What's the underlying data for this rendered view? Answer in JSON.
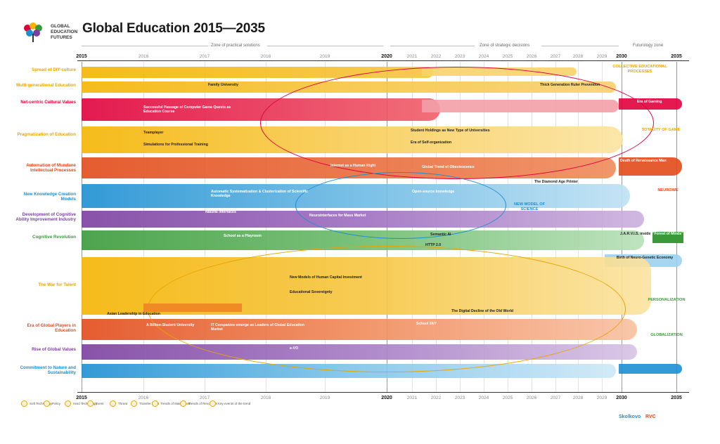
{
  "header": {
    "logo_lines": [
      "GLOBAL",
      "EDUCATION",
      "FUTURES"
    ],
    "title": "Global Education 2015—2035"
  },
  "zones": {
    "practical": "Zone of practical solutions",
    "strategic": "Zone of strategic decisions",
    "futurology": "Futurology zone"
  },
  "years": [
    "2015",
    "2016",
    "2017",
    "2018",
    "2019",
    "2020",
    "2021",
    "2022",
    "2023",
    "2024",
    "2025",
    "2026",
    "2027",
    "2028",
    "2029",
    "2030",
    "2035"
  ],
  "rows": [
    {
      "label": "Spread of DIY-culture",
      "color": "#e8a400"
    },
    {
      "label": "Multi-generational Education",
      "color": "#e8a400"
    },
    {
      "label": "Net-centric Cultural Values",
      "color": "#e0003c"
    },
    {
      "label": "Pragmatization of Education",
      "color": "#e8a400"
    },
    {
      "label": "Automation of Mundane Intellectual Processes",
      "color": "#e24a1a"
    },
    {
      "label": "New Knowledge Creation Models",
      "color": "#1c8fd1"
    },
    {
      "label": "Development of Cognitive Ability Improvement Industry",
      "color": "#7b3fa0"
    },
    {
      "label": "Cognitive Revolution",
      "color": "#3a9a3a"
    },
    {
      "label": "The War for Talent",
      "color": "#e8a400"
    },
    {
      "label": "Era of Global Players in Education",
      "color": "#e24a1a"
    },
    {
      "label": "Rise of Global Values",
      "color": "#7b3fa0"
    },
    {
      "label": "Commitment to Nature and Sustainability",
      "color": "#1c8fd1"
    }
  ],
  "boxes": {
    "family_university": "Family University",
    "successful_passage": "Successful Passage of Computer Game Quests as Education Course",
    "teamplayer": "Teamplayer",
    "simulations": "Simulations for Professional Training",
    "student_holdings": "Student Holdings as New Type of Universities",
    "era_self_org": "Era of Self-organization",
    "internet_right": "Internet as a Human Right",
    "global_trend_obsolescence": "Global Trend of Obsolescence",
    "diamond_age": "The Diamond Age Printer",
    "death_pedagogy": "Death of Renaissance Man",
    "automatic_systematization": "Automatic Systematization & Clusterization of Scientific Knowledge",
    "open_source_knowledge": "Open-source knowledge",
    "natural_interfaces": "Natural interfaces",
    "neurointerfaces": "Neurointerfaces for Mass Market",
    "semantic_ai": "Semantic AI",
    "jarvis": "J.A.R.V.I.S. inside",
    "forest_of_minds": "\"Forest of Minds\"",
    "birth_neuro": "Birth of Neuro-Genetic Economy",
    "school_playroom": "School as a Playroom",
    "http2": "HTTP 2.0",
    "new_models_capital": "New Models of Human Capital Investment",
    "educational_sovereignty": "Educational Sovereignty",
    "school_247": "School 24/7",
    "billion_student": "A Billion-Student University",
    "it_leaders": "IT Companies emerge as Leaders of Global Education Market",
    "digital_decline": "The Digital Decline of the Old World",
    "e_vo": "e-VO",
    "gamification_civ": "Era of Gaming",
    "thick_becomes": "Thick Generation Ruler Prevention",
    "asian_leadership": "Asian Leadership in Education"
  },
  "side_notes": {
    "collective": "COLLECTIVE EDUCATIONAL PROCESSES",
    "totality": "TOTALITY OF GAME",
    "neurowe": "NEUROWE",
    "new_model_science": "NEW MODEL OF SCIENCE",
    "personalization": "PERSONALIZATION",
    "globalization": "GLOBALIZATION"
  },
  "legend": [
    "Soft Technology",
    "Policy",
    "Hard Technology",
    "Event",
    "Threat",
    "Transfer Point",
    "Trends of Mainstream",
    "Trends of Revolution",
    "Key events of the trend"
  ],
  "partners": [
    "Skolkovo",
    "RVC"
  ],
  "colors": {
    "yellow": "#f4b400",
    "orange": "#f08a24",
    "red": "#e0003c",
    "blue": "#1c8fd1",
    "purple": "#7b3fa0",
    "green": "#3a9a3a",
    "lightblue": "#9dd2ef"
  }
}
